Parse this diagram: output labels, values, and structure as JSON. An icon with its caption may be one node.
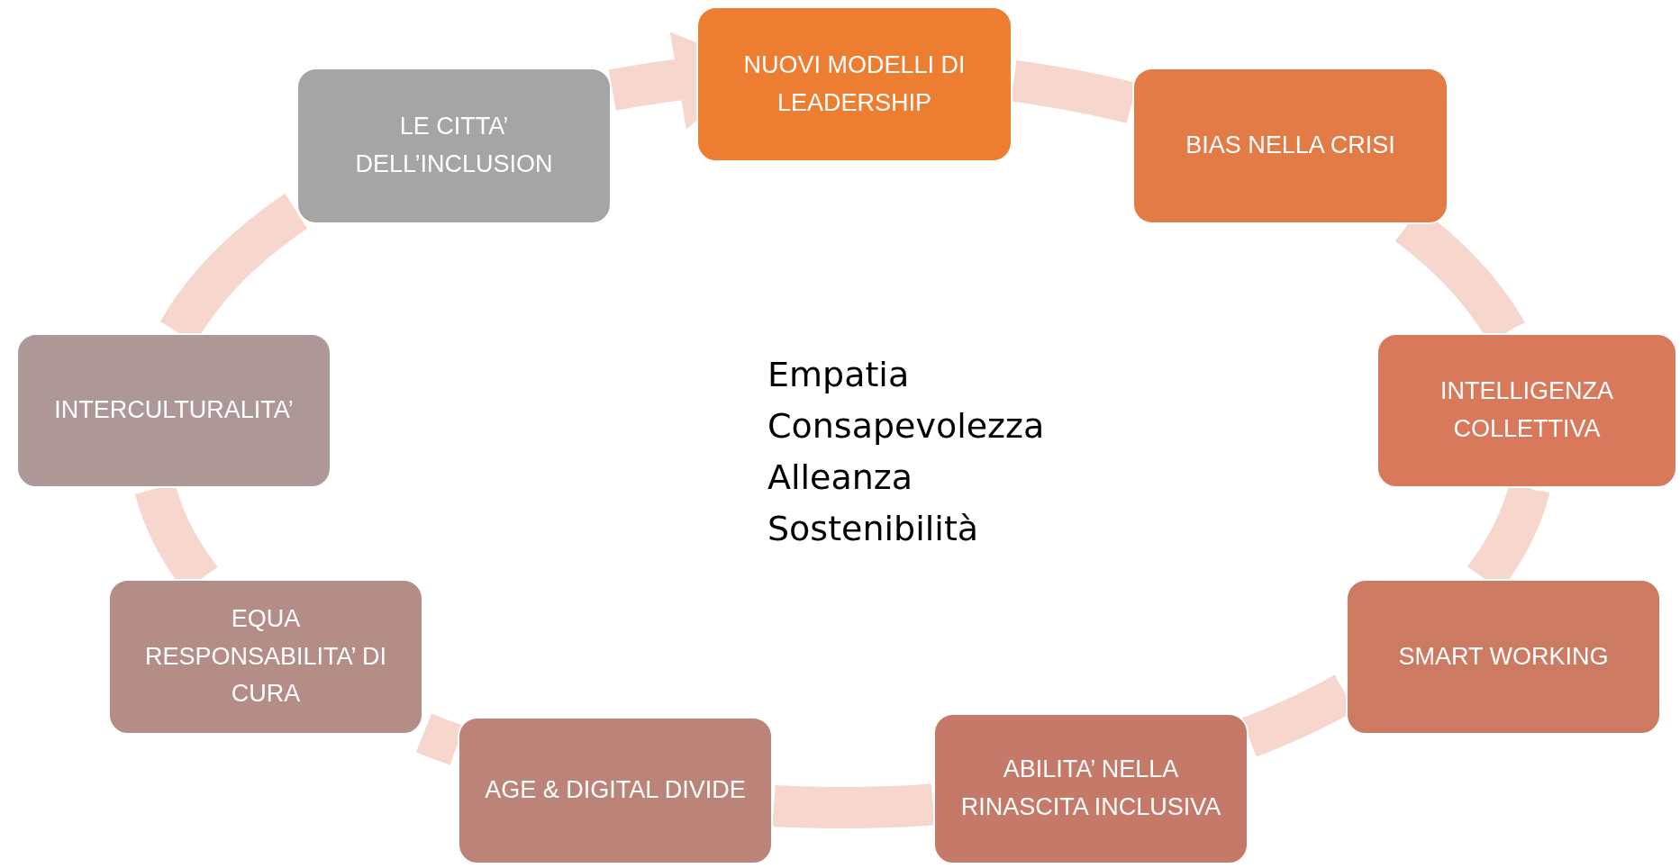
{
  "diagram": {
    "nodes": [
      {
        "text": [
          "NUOVI MODELLI DI LEADERSHIP"
        ]
      },
      {
        "text": [
          "BIAS NELLA CRISI"
        ]
      },
      {
        "text": [
          "INTELLIGENZA COLLETTIVA"
        ]
      },
      {
        "text": [
          "SMART WORKING"
        ]
      },
      {
        "text": [
          "ABILITA’ NELLA RINASCITA INCLUSIVA"
        ]
      },
      {
        "text": [
          "AGE & DIGITAL DIVIDE"
        ]
      },
      {
        "text": [
          "EQUA RESPONSABILITA’ DI CURA"
        ]
      },
      {
        "text": [
          "INTERCULTURALITA’"
        ]
      },
      {
        "text": [
          "LE CITTA’ DELL’INCLUSION"
        ]
      }
    ],
    "edges": [
      {
        "from": 0,
        "to": 1,
        "arrow": "none"
      },
      {
        "from": 1,
        "to": 2,
        "arrow": "none"
      },
      {
        "from": 2,
        "to": 3,
        "arrow": "none"
      },
      {
        "from": 3,
        "to": 4,
        "arrow": "none"
      },
      {
        "from": 4,
        "to": 5,
        "arrow": "none"
      },
      {
        "from": 5,
        "to": 6,
        "arrow": "none"
      },
      {
        "from": 6,
        "to": 7,
        "arrow": "none"
      },
      {
        "from": 7,
        "to": 8,
        "arrow": "none"
      },
      {
        "from": 8,
        "to": 0,
        "arrow": "to"
      }
    ],
    "labels": [
      "Empatia",
      "Consapevolezza",
      "Alleanza",
      "Sostenibilità"
    ]
  }
}
